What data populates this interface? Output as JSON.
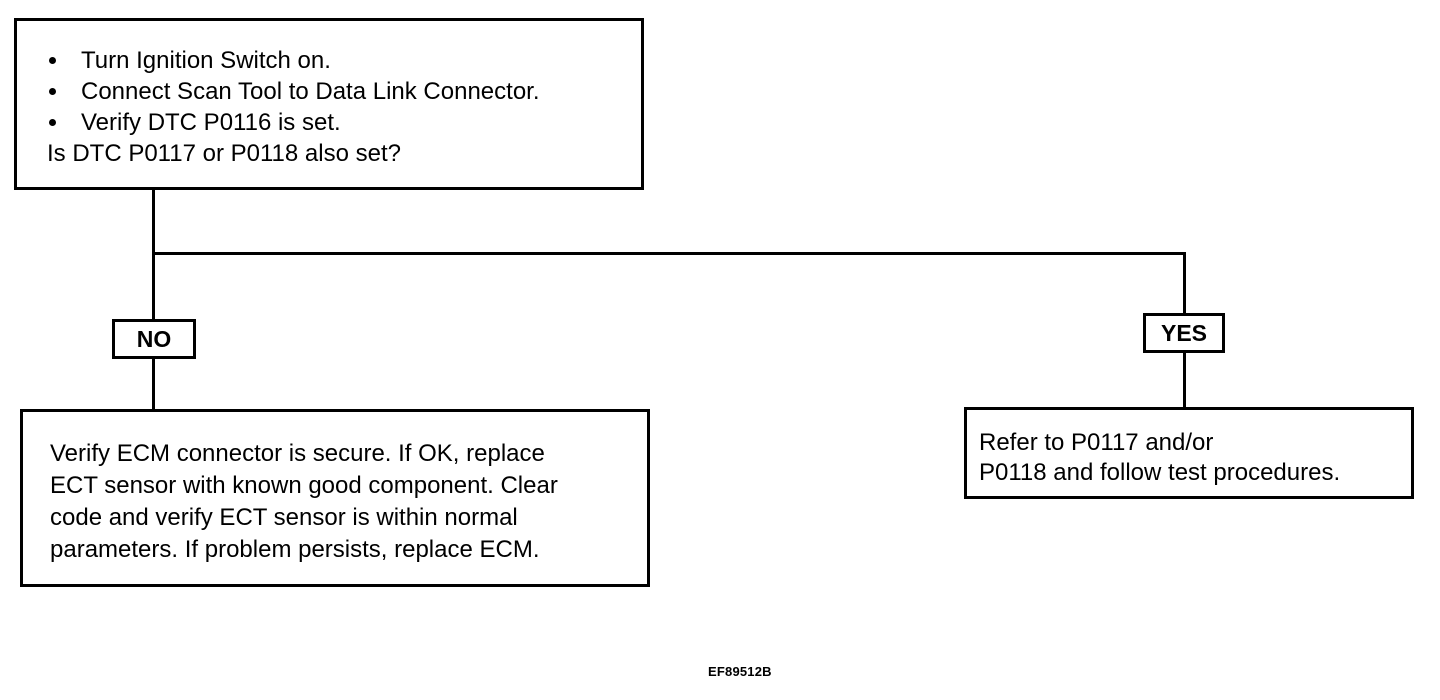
{
  "start": {
    "steps": [
      "Turn Ignition Switch on.",
      "Connect Scan Tool to Data Link Connector.",
      "Verify DTC P0116 is set."
    ],
    "question": "Is DTC P0117 or P0118 also set?"
  },
  "branches": {
    "no_label": "NO",
    "yes_label": "YES"
  },
  "no_result": {
    "lines": [
      "Verify ECM connector is secure. If OK, replace",
      "ECT sensor with known good component. Clear",
      "code and verify ECT sensor is within normal",
      "parameters. If problem persists, replace ECM."
    ]
  },
  "yes_result": {
    "lines": [
      "Refer to P0117 and/or",
      "P0118 and follow test procedures."
    ]
  },
  "figure_id": "EF89512B"
}
